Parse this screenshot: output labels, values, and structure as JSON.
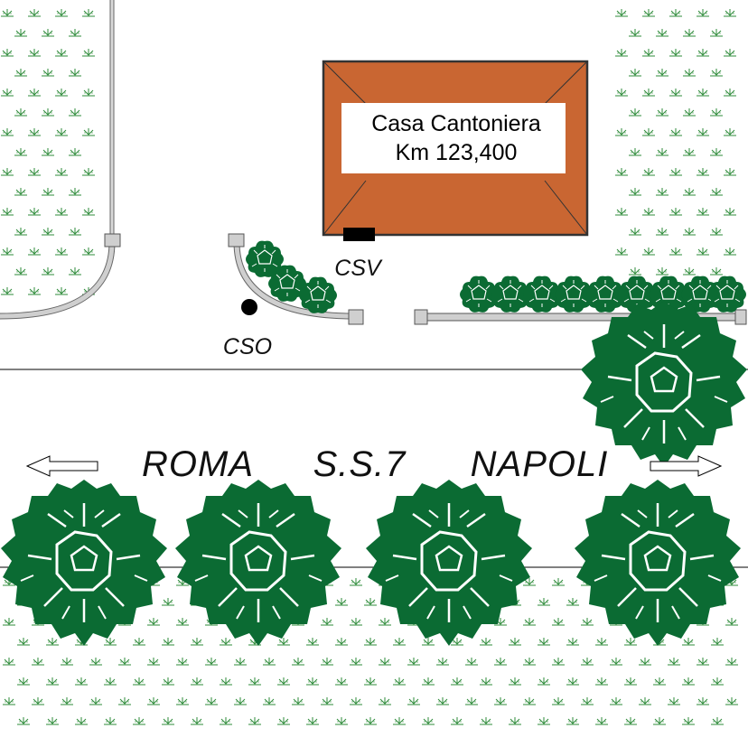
{
  "building": {
    "name": "Casa Cantoniera",
    "km": "Km 123,400",
    "roof_color": "#c96632"
  },
  "markers": {
    "csv": "CSV",
    "cso": "CSO"
  },
  "road": {
    "west": "ROMA",
    "name": "S.S.7",
    "east": "NAPOLI"
  },
  "colors": {
    "tree": "#0b6b33",
    "grass": "#2e8b3a",
    "guardrail": "#c8c8c8"
  },
  "icons": {
    "west_arrow": "arrow-left-icon",
    "east_arrow": "arrow-right-icon"
  }
}
